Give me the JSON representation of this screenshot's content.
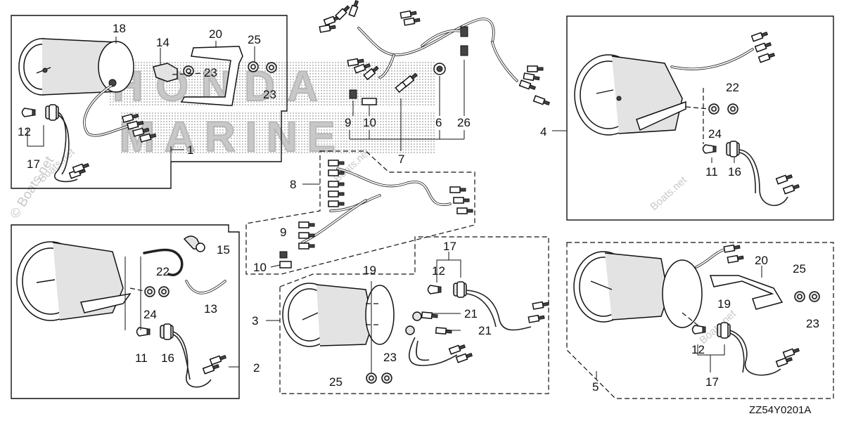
{
  "diagram": {
    "drawing_code": "ZZ54Y0201A",
    "watermarks": {
      "side": "© Boats.net",
      "inline": "Boats.net"
    },
    "background_logo_words": [
      "HONDA",
      "MARINE"
    ],
    "labels": {
      "p1": "1",
      "p2": "2",
      "p3": "3",
      "p4": "4",
      "p5": "5",
      "p6": "6",
      "p7": "7",
      "p8": "8",
      "p9a": "9",
      "p9b": "9",
      "p10a": "10",
      "p10b": "10",
      "p11a": "11",
      "p11b": "11",
      "p12a": "12",
      "p12b": "12",
      "p12c": "12",
      "p13": "13",
      "p14": "14",
      "p15": "15",
      "p16a": "16",
      "p16b": "16",
      "p17a": "17",
      "p17b": "17",
      "p17c": "17",
      "p18": "18",
      "p19a": "19",
      "p19b": "19",
      "p20a": "20",
      "p20b": "20",
      "p21a": "21",
      "p21b": "21",
      "p22a": "22",
      "p22b": "22",
      "p23a": "23",
      "p23b": "23",
      "p23c": "23",
      "p23d": "23",
      "p24a": "24",
      "p24b": "24",
      "p25a": "25",
      "p25b": "25",
      "p25c": "25",
      "p26": "26"
    }
  }
}
